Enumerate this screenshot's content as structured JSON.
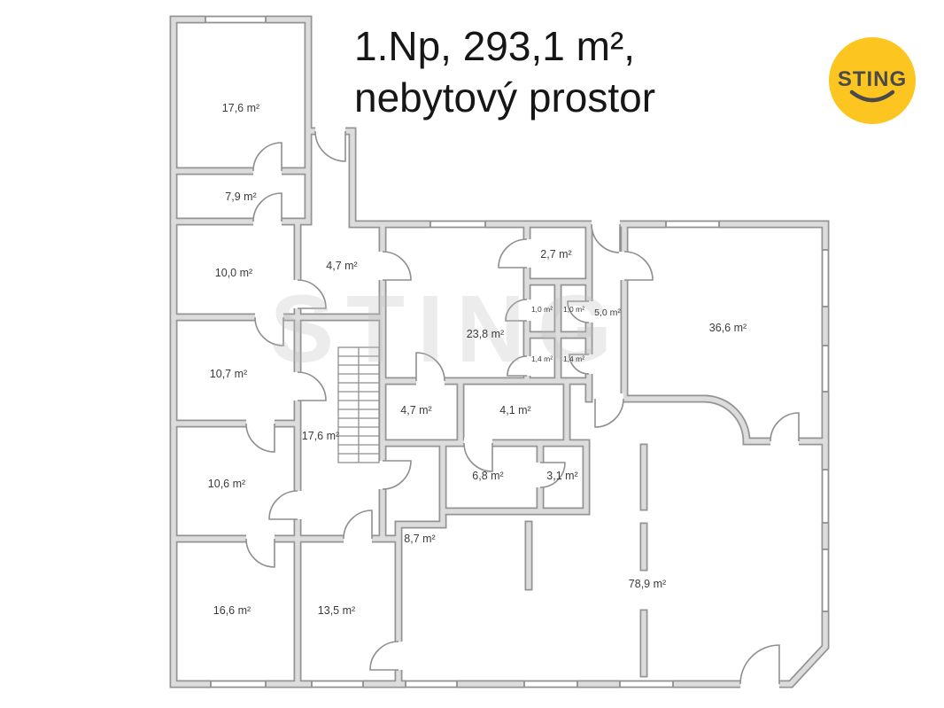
{
  "title": {
    "line1": "1.Np, 293,1 m²,",
    "line2": "nebytový prostor"
  },
  "watermark": "STING",
  "logo": {
    "text": "STING",
    "background": "#FCC51F",
    "text_color": "#4A4A4A"
  },
  "plan": {
    "wall_outline": "#949494",
    "wall_fill": "#DCDCDC",
    "detail_stroke": "#8F8F8F"
  },
  "rooms": [
    {
      "label": "17,6 m²"
    },
    {
      "label": "7,9 m²"
    },
    {
      "label": "10,0 m²"
    },
    {
      "label": "4,7 m²"
    },
    {
      "label": "2,7 m²"
    },
    {
      "label": "1,0 m²"
    },
    {
      "label": "1,0 m²"
    },
    {
      "label": "5,0 m²"
    },
    {
      "label": "23,8 m²"
    },
    {
      "label": "36,6 m²"
    },
    {
      "label": "10,7 m²"
    },
    {
      "label": "1,4 m²"
    },
    {
      "label": "1,4 m²"
    },
    {
      "label": "4,7 m²"
    },
    {
      "label": "4,1 m²"
    },
    {
      "label": "17,6 m²"
    },
    {
      "label": "10,6 m²"
    },
    {
      "label": "6,8 m²"
    },
    {
      "label": "3,1 m²"
    },
    {
      "label": "8,7 m²"
    },
    {
      "label": "16,6 m²"
    },
    {
      "label": "13,5 m²"
    },
    {
      "label": "78,9 m²"
    }
  ]
}
